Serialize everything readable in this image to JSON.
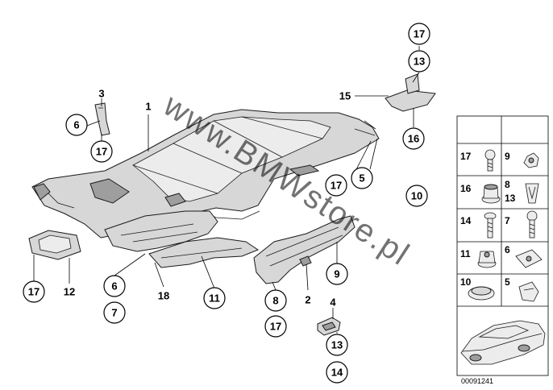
{
  "watermark": "www.BMWstore.pl",
  "doc_number": "00091241",
  "callouts": {
    "c17_top": "17",
    "c13_top": "13",
    "c15": "15",
    "c16_top": "16",
    "c3": "3",
    "c6_left": "6",
    "c17_left": "17",
    "c1": "1",
    "c17_mid": "17",
    "c5": "5",
    "c10": "10",
    "c17_bl": "17",
    "c12": "12",
    "c6_low": "6",
    "c7_low": "7",
    "c18": "18",
    "c11": "11",
    "c8": "8",
    "c17_b": "17",
    "c2": "2",
    "c9": "9",
    "c4": "4",
    "c13_b": "13",
    "c14_b": "14"
  },
  "grid": {
    "r1_left": "17",
    "r1_right": "9",
    "r2_left": "16",
    "r2_right_a": "8",
    "r2_right_b": "13",
    "r3_left": "14",
    "r3_right": "7",
    "r4_left": "11",
    "r4_right": "6",
    "r5_left": "10",
    "r5_right": "5"
  }
}
